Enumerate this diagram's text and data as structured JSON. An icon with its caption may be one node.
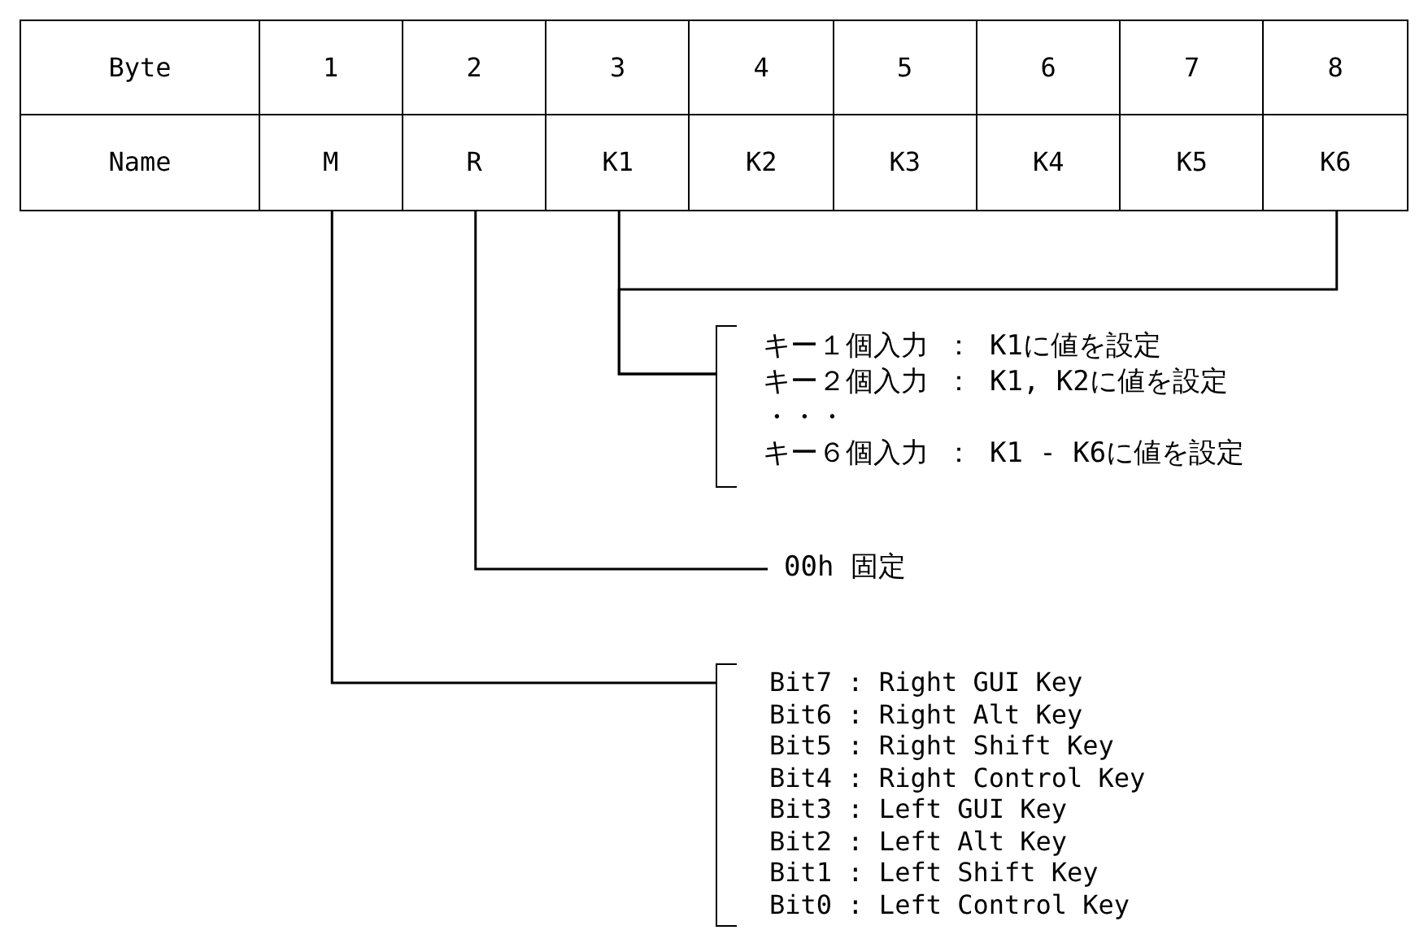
{
  "diagram": {
    "nodes": [
      {
        "text": [
          "M"
        ]
      },
      {
        "text": [
          "R"
        ]
      },
      {
        "text": [
          "K1"
        ]
      },
      {
        "text": [
          "K2"
        ]
      },
      {
        "text": [
          "K3"
        ]
      },
      {
        "text": [
          "K4"
        ]
      },
      {
        "text": [
          "K5"
        ]
      },
      {
        "text": [
          "K6"
        ]
      },
      {
        "text": [
          "キー１個入力 ： K1に値を設定",
          "キー２個入力 ： K1, K2に値を設定",
          "・・・",
          "キー６個入力 ： K1 - K6に値を設定"
        ]
      },
      {
        "text": [
          "00h 固定"
        ]
      },
      {
        "text": [
          "Bit7 : Right GUI Key",
          "Bit6 : Right Alt Key",
          "Bit5 : Right Shift Key",
          "Bit4 : Right Control Key",
          "Bit3 : Left GUI Key",
          "Bit2 : Left Alt Key",
          "Bit1 : Left Shift Key",
          "Bit0 : Left Control Key"
        ]
      }
    ],
    "edges": [
      {
        "from": 2,
        "to": 8,
        "arrow": "none"
      },
      {
        "from": 7,
        "to": 8,
        "arrow": "none"
      },
      {
        "from": 1,
        "to": 9,
        "arrow": "none"
      },
      {
        "from": 0,
        "to": 10,
        "arrow": "none"
      }
    ],
    "labels": [
      "Byte",
      "1",
      "2",
      "3",
      "4",
      "5",
      "6",
      "7",
      "8",
      "Name"
    ]
  }
}
